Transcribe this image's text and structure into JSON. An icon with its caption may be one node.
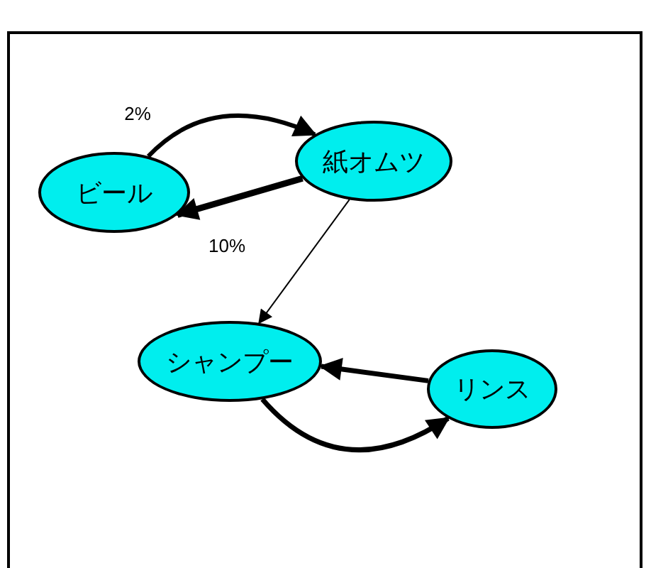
{
  "diagram": {
    "nodes": [
      {
        "text": [
          "ビール"
        ]
      },
      {
        "text": [
          "紙オムツ"
        ]
      },
      {
        "text": [
          "シャンプー"
        ]
      },
      {
        "text": [
          "リンス"
        ]
      }
    ],
    "edges": [
      {
        "from": 0,
        "to": 1,
        "arrow": "to",
        "label": "2%"
      },
      {
        "from": 1,
        "to": 0,
        "arrow": "to",
        "label": "10%"
      },
      {
        "from": 1,
        "to": 2,
        "arrow": "to"
      },
      {
        "from": 3,
        "to": 2,
        "arrow": "to"
      },
      {
        "from": 2,
        "to": 3,
        "arrow": "to"
      }
    ]
  }
}
